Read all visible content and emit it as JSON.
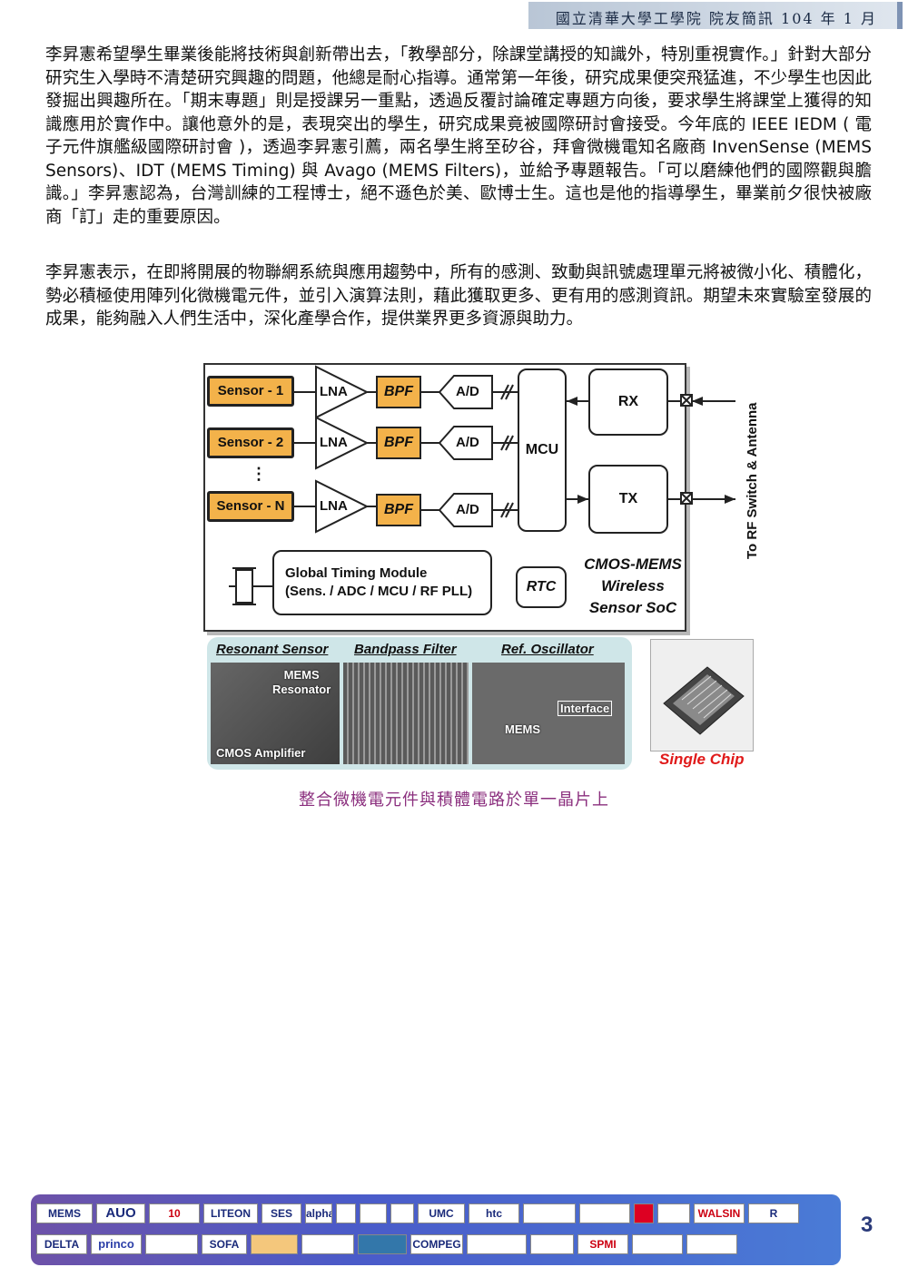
{
  "header": {
    "title": "國立清華大學工學院  院友簡訊  104 年 1 月"
  },
  "paragraphs": [
    "李昇憲希望學生畢業後能將技術與創新帶出去，「教學部分，除課堂講授的知識外，特別重視實作。」針對大部分研究生入學時不清楚研究興趣的問題，他總是耐心指導。通常第一年後，研究成果便突飛猛進，不少學生也因此發掘出興趣所在。「期末專題」則是授課另一重點，透過反覆討論確定專題方向後，要求學生將課堂上獲得的知識應用於實作中。讓他意外的是，表現突出的學生，研究成果竟被國際研討會接受。今年底的 IEEE IEDM ( 電子元件旗艦級國際研討會 )，透過李昇憲引薦，兩名學生將至矽谷，拜會微機電知名廠商 InvenSense (MEMS Sensors)、IDT (MEMS Timing) 與 Avago (MEMS Filters)，並給予專題報告。「可以磨練他們的國際觀與膽識。」李昇憲認為，台灣訓練的工程博士，絕不遜色於美、歐博士生。這也是他的指導學生，畢業前夕很快被廠商「訂」走的重要原因。",
    "李昇憲表示，在即將開展的物聯網系統與應用趨勢中，所有的感測、致動與訊號處理單元將被微小化、積體化，勢必積極使用陣列化微機電元件，並引入演算法則，藉此獲取更多、更有用的感測資訊。期望未來實驗室發展的成果，能夠融入人們生活中，深化產學合作，提供業界更多資源與助力。"
  ],
  "figure": {
    "sensors": [
      "Sensor - 1",
      "Sensor - 2",
      "Sensor - N"
    ],
    "ellipsis": "⋮",
    "lna": "LNA",
    "bpf": "BPF",
    "ad": "A/D",
    "mcu": "MCU",
    "rx": "RX",
    "tx": "TX",
    "rtc": "RTC",
    "timing_line1": "Global Timing Module",
    "timing_line2": "(Sens. / ADC / MCU / RF PLL)",
    "soc_line1": "CMOS-MEMS",
    "soc_line2": "Wireless",
    "soc_line3": "Sensor SoC",
    "antenna": "To RF Switch & Antenna",
    "panel_titles": [
      "Resonant Sensor",
      "Bandpass Filter",
      "Ref. Oscillator"
    ],
    "mems_resonator": "MEMS\nResonator",
    "cmos_amplifier": "CMOS Amplifier",
    "interface": "Interface",
    "mems": "MEMS",
    "single_chip": "Single Chip"
  },
  "caption": "整合微機電元件與積體電路於單一晶片上",
  "footer": {
    "row1": [
      "MEMS",
      "AUO",
      "10",
      "LITEON",
      "SES",
      "alpha",
      "",
      "",
      "",
      "UMC",
      "htc",
      "",
      "",
      "",
      "",
      "WALSIN",
      "R"
    ],
    "row2": [
      "DELTA",
      "princo",
      "",
      "SOFA",
      "",
      "",
      "",
      "COMPEG",
      "",
      "",
      "SPMI",
      "",
      "",
      ""
    ]
  },
  "page_number": "3"
}
